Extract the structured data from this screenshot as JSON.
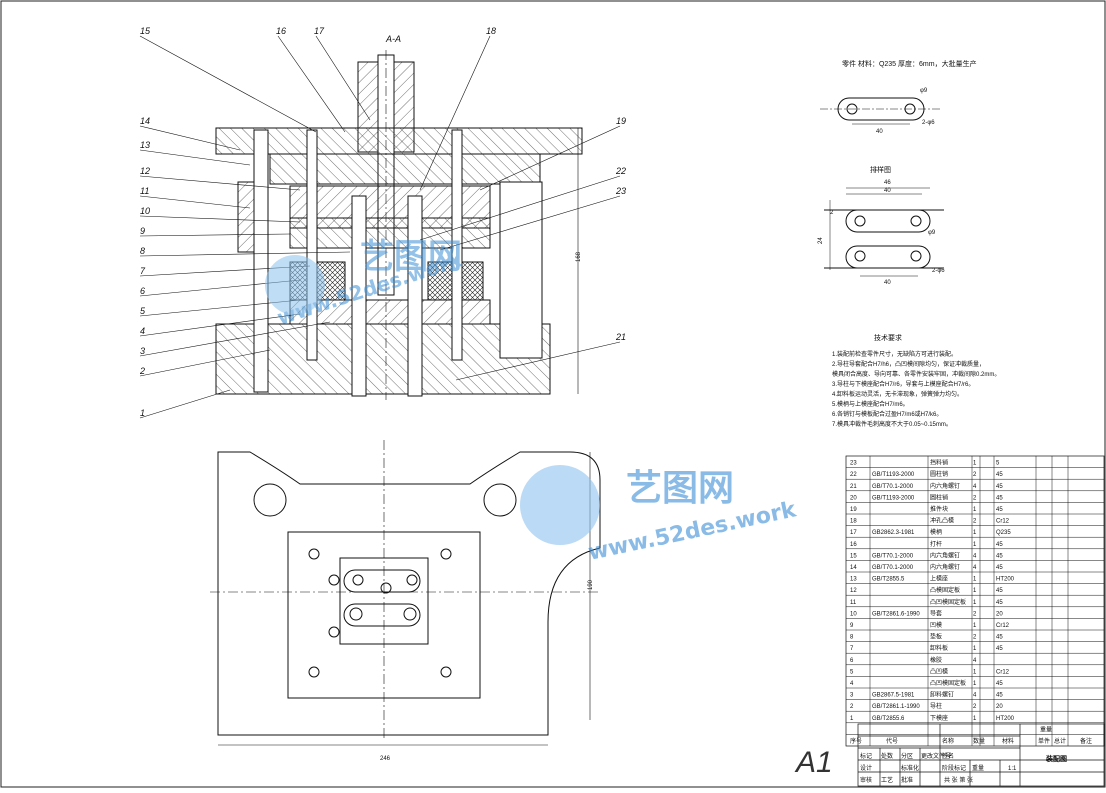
{
  "section_label": "A-A",
  "callouts": [
    "1",
    "2",
    "3",
    "4",
    "5",
    "6",
    "7",
    "8",
    "9",
    "10",
    "11",
    "12",
    "13",
    "14",
    "15",
    "16",
    "17",
    "18",
    "19",
    "21",
    "22",
    "23"
  ],
  "dimensions": {
    "height_main": "168",
    "width_plan": "246",
    "height_plan": "190",
    "blank_pitch": "40",
    "strip_width": "46",
    "strip_pitch": "40",
    "strip_inner": "40",
    "strip_side": "2",
    "strip_height": "24",
    "diam_a": "φ9",
    "diam_b": "2-φ6",
    "diam_c": "φ9",
    "diam_d": "2-φ6"
  },
  "part_title": "零件  材料：Q235  厚度：6mm，大批量生产",
  "layout_title": "排样图",
  "tech_req_title": "技术要求",
  "tech_req": [
    "1.装配前检查零件尺寸，无缺陷方可进行装配。",
    "2.导柱导套配合H7/h6，凸凹模间隙均匀，保证冲裁质量，",
    "   模具闭合高度、导向可靠、各零件安装牢固，冲裁间隙0.2mm。",
    "3.导柱与下模座配合H7/r6，导套与上模座配合H7/r6。",
    "4.卸料板运动灵活，无卡滞现象，弹簧弹力均匀。",
    "5.模柄与上模座配合H7/m6。",
    "6.各销钉与模板配合过盈H7/m6或H7/k6。",
    "7.模具冲裁件毛刺高度不大于0.05~0.15mm。"
  ],
  "bom_rows": [
    {
      "no": "23",
      "code": "",
      "name": "挡料销",
      "qty": "1",
      "mat": "5"
    },
    {
      "no": "22",
      "code": "GB/T1193-2000",
      "name": "圆柱销",
      "qty": "2",
      "mat": "45"
    },
    {
      "no": "21",
      "code": "GB/T70.1-2000",
      "name": "内六角螺钉",
      "qty": "4",
      "mat": "45"
    },
    {
      "no": "20",
      "code": "GB/T1193-2000",
      "name": "圆柱销",
      "qty": "2",
      "mat": "45"
    },
    {
      "no": "19",
      "code": "",
      "name": "推件块",
      "qty": "1",
      "mat": "45"
    },
    {
      "no": "18",
      "code": "",
      "name": "冲孔凸模",
      "qty": "2",
      "mat": "Cr12"
    },
    {
      "no": "17",
      "code": "GB2862.3-1981",
      "name": "模柄",
      "qty": "1",
      "mat": "Q235"
    },
    {
      "no": "16",
      "code": "",
      "name": "打杆",
      "qty": "1",
      "mat": "45"
    },
    {
      "no": "15",
      "code": "GB/T70.1-2000",
      "name": "内六角螺钉",
      "qty": "4",
      "mat": "45"
    },
    {
      "no": "14",
      "code": "GB/T70.1-2000",
      "name": "内六角螺钉",
      "qty": "4",
      "mat": "45"
    },
    {
      "no": "13",
      "code": "GB/T2855.5",
      "name": "上模座",
      "qty": "1",
      "mat": "HT200"
    },
    {
      "no": "12",
      "code": "",
      "name": "凸模固定板",
      "qty": "1",
      "mat": "45"
    },
    {
      "no": "11",
      "code": "",
      "name": "凸凹模固定板",
      "qty": "1",
      "mat": "45"
    },
    {
      "no": "10",
      "code": "GB/T2861.6-1990",
      "name": "导套",
      "qty": "2",
      "mat": "20"
    },
    {
      "no": "9",
      "code": "",
      "name": "凹模",
      "qty": "1",
      "mat": "Cr12"
    },
    {
      "no": "8",
      "code": "",
      "name": "垫板",
      "qty": "2",
      "mat": "45"
    },
    {
      "no": "7",
      "code": "",
      "name": "卸料板",
      "qty": "1",
      "mat": "45"
    },
    {
      "no": "6",
      "code": "",
      "name": "橡胶",
      "qty": "4",
      "mat": ""
    },
    {
      "no": "5",
      "code": "",
      "name": "凸凹模",
      "qty": "1",
      "mat": "Cr12"
    },
    {
      "no": "4",
      "code": "",
      "name": "凸凹模固定板",
      "qty": "1",
      "mat": "45"
    },
    {
      "no": "3",
      "code": "GB2867.5-1981",
      "name": "卸料螺钉",
      "qty": "4",
      "mat": "45"
    },
    {
      "no": "2",
      "code": "GB/T2861.1-1990",
      "name": "导柱",
      "qty": "2",
      "mat": "20"
    },
    {
      "no": "1",
      "code": "GB/T2855.6",
      "name": "下模座",
      "qty": "1",
      "mat": "HT200"
    }
  ],
  "bom_header": {
    "no": "序号",
    "code": "代号",
    "name": "名称",
    "qty": "数量",
    "mat": "材料",
    "wt_single": "单件",
    "wt_total": "总计",
    "weight": "重量",
    "remark": "备注"
  },
  "title_block": {
    "drawing_title": "装配图",
    "sheet_size": "A1",
    "scale": "1:1",
    "sheet": "共 张 第 张",
    "rows": [
      "标记",
      "处数",
      "分区",
      "更改文件号",
      "签名",
      "年月日",
      "设计",
      "标准化",
      "阶段标记",
      "重量",
      "比例",
      "审核",
      "工艺",
      "批准"
    ]
  },
  "watermark": {
    "brand": "艺图网",
    "url": "www.52des.work",
    "color": "#3b8fd6"
  }
}
